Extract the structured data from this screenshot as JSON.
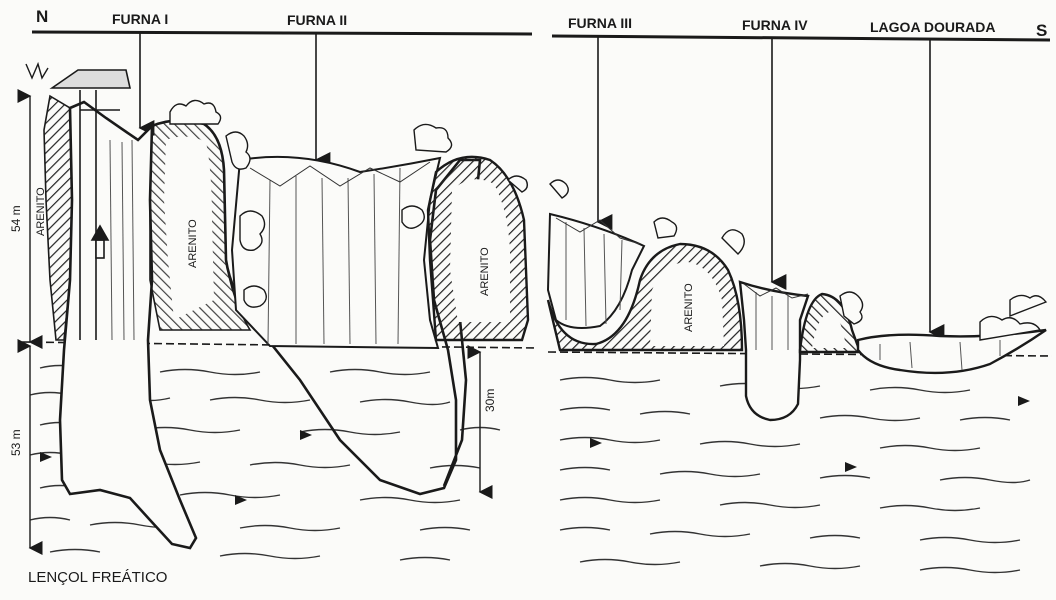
{
  "orientation": {
    "north": "N",
    "south": "S"
  },
  "features": {
    "furna_1": "FURNA I",
    "furna_2": "FURNA II",
    "furna_3": "FURNA III",
    "furna_4": "FURNA IV",
    "lagoa": "LAGOA DOURADA"
  },
  "rock_labels": {
    "left_wall": "ARENITO",
    "pillar_1": "ARENITO",
    "pillar_2": "ARENITO",
    "mound_3": "ARENITO"
  },
  "dimensions": {
    "upper_height": "54 m",
    "lower_depth": "53 m",
    "furna2_water_depth": "30m"
  },
  "water_table_label": "LENÇOL FREÁTICO"
}
